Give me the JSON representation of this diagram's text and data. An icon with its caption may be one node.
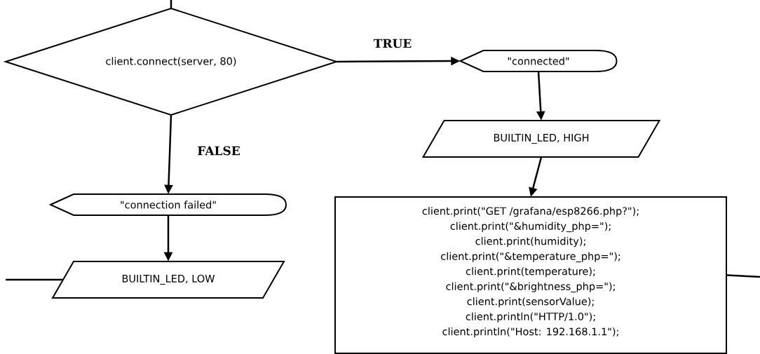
{
  "diagram": {
    "nodes": [
      {
        "text": [
          "client.connect(server, 80)"
        ]
      },
      {
        "text": [
          "\"connected\""
        ]
      },
      {
        "text": [
          "BUILTIN_LED, HIGH"
        ]
      },
      {
        "text": [
          "\"connection failed\""
        ]
      },
      {
        "text": [
          "BUILTIN_LED, LOW"
        ]
      },
      {
        "text": [
          "client.print(\"GET /grafana/esp8266.php?\");",
          "client.print(\"&humidity_php=\");",
          "client.print(humidity);",
          "client.print(\"&temperature_php=\");",
          "client.print(temperature);",
          "client.print(\"&brightness_php=\");",
          "client.print(sensorValue);",
          "client.println(\"HTTP/1.0\");",
          "client.println(\"Host: 192.168.1.1\");"
        ]
      }
    ],
    "edges": [
      {
        "from": 0,
        "to": 1,
        "arrow": "to",
        "label": "TRUE"
      },
      {
        "from": 1,
        "to": 2,
        "arrow": "to"
      },
      {
        "from": 2,
        "to": 5,
        "arrow": "to"
      },
      {
        "from": 0,
        "to": 3,
        "arrow": "to",
        "label": "FALSE"
      },
      {
        "from": 3,
        "to": 4,
        "arrow": "to"
      },
      {
        "from": null,
        "to": 0,
        "arrow": "none"
      },
      {
        "from": 4,
        "to": null,
        "arrow": "none"
      },
      {
        "from": 5,
        "to": null,
        "arrow": "none"
      }
    ]
  }
}
